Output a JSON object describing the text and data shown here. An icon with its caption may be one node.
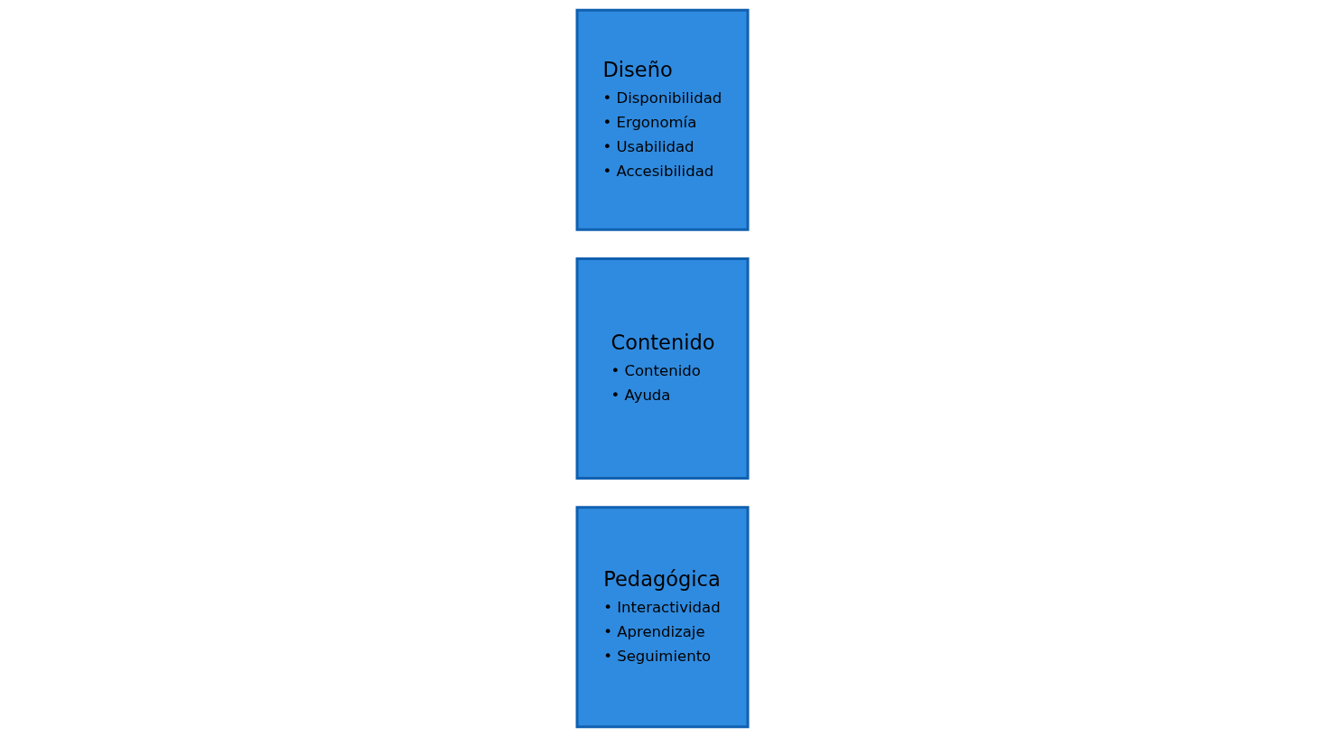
{
  "diagram": {
    "nodes": [
      {
        "text": [
          "Diseño",
          "• Disponibilidad",
          "• Ergonomía",
          "• Usabilidad",
          "• Accesibilidad"
        ]
      },
      {
        "text": [
          "Contenido",
          "• Contenido",
          "• Ayuda"
        ]
      },
      {
        "text": [
          "Pedagógica",
          "• Interactividad",
          "• Aprendizaje",
          "• Seguimiento"
        ]
      }
    ],
    "edges": []
  }
}
